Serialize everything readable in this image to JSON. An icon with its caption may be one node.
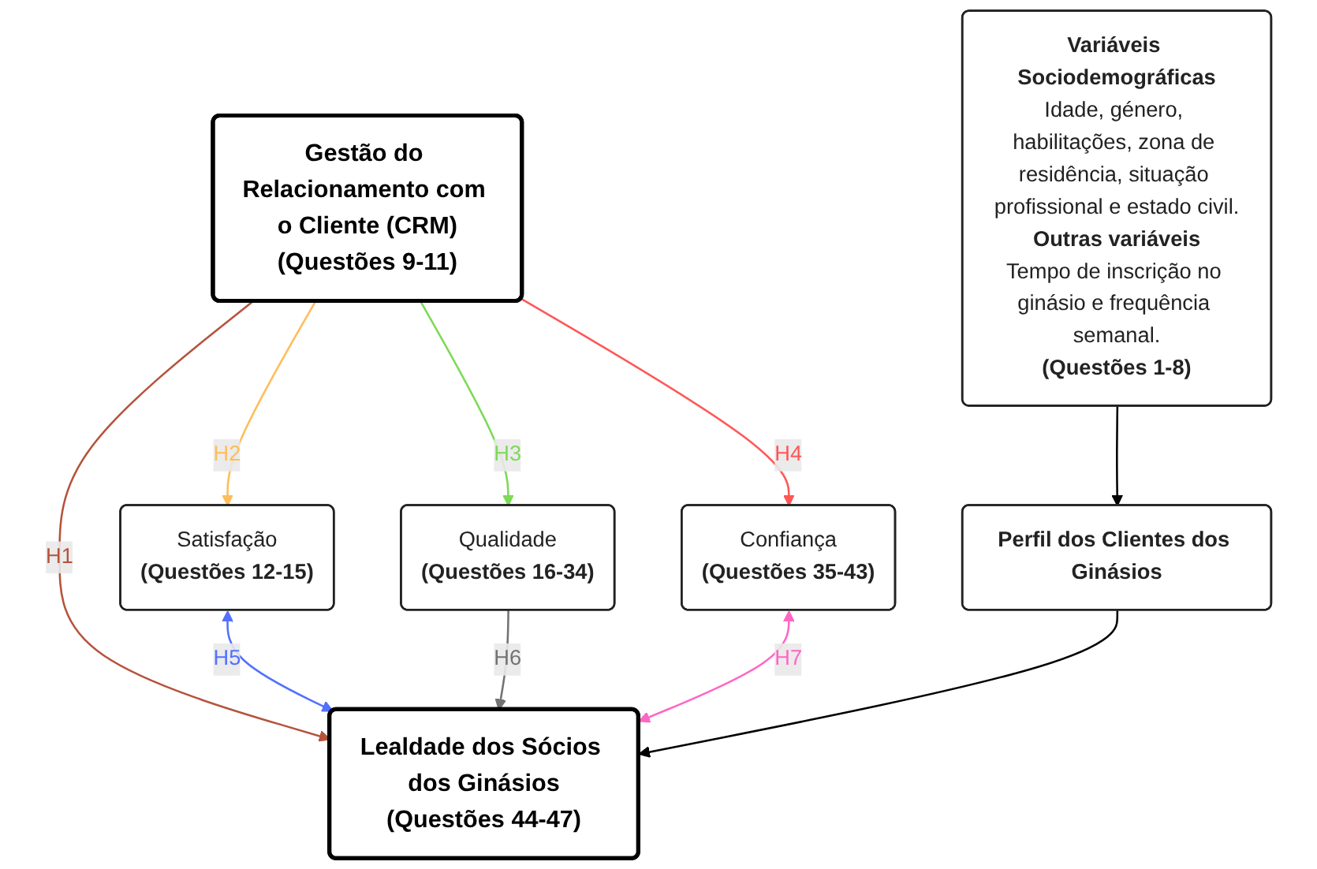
{
  "diagram": {
    "nodes": [
      {
        "text": [
          "Satisfação",
          "(Questões 12-15)"
        ]
      },
      {
        "text": [
          "Qualidade",
          "(Questões 16-34)"
        ]
      },
      {
        "text": [
          "Confiança",
          "(Questões 35-43)"
        ]
      },
      {
        "text": [
          "Gestão do Relacionamento com o Cliente (CRM)",
          "(Questões 9-11)"
        ]
      },
      {
        "text": [
          "Lealdade dos Sócios dos Ginásios",
          "(Questões 44-47)"
        ]
      },
      {
        "text": [
          "Variáveis Sociodemográficas",
          "Idade, género, habilitações, zona de residência, situação profissional e estado civil.",
          "Outras variáveis",
          "Tempo de inscrição no ginásio e frequência semanal.",
          "(Questões 1-8)"
        ]
      },
      {
        "text": [
          "Perfil dos Clientes dos Ginásios"
        ]
      }
    ],
    "edges": [
      {
        "from": 3,
        "to": 4,
        "arrow": "to",
        "label": "H1",
        "color": "#b5533c"
      },
      {
        "from": 3,
        "to": 0,
        "arrow": "to",
        "label": "H2",
        "color": "#ffbd59"
      },
      {
        "from": 3,
        "to": 1,
        "arrow": "to",
        "label": "H3",
        "color": "#7ed957"
      },
      {
        "from": 3,
        "to": 2,
        "arrow": "to",
        "label": "H4",
        "color": "#ff5757"
      },
      {
        "from": 0,
        "to": 4,
        "arrow": "both",
        "label": "H5",
        "color": "#5271ff"
      },
      {
        "from": 1,
        "to": 4,
        "arrow": "to",
        "label": "H6",
        "color": "#737373"
      },
      {
        "from": 2,
        "to": 4,
        "arrow": "both",
        "label": "H7",
        "color": "#ff66c4"
      },
      {
        "from": 5,
        "to": 6,
        "arrow": "to"
      },
      {
        "from": 6,
        "to": 4,
        "arrow": "to"
      }
    ]
  }
}
